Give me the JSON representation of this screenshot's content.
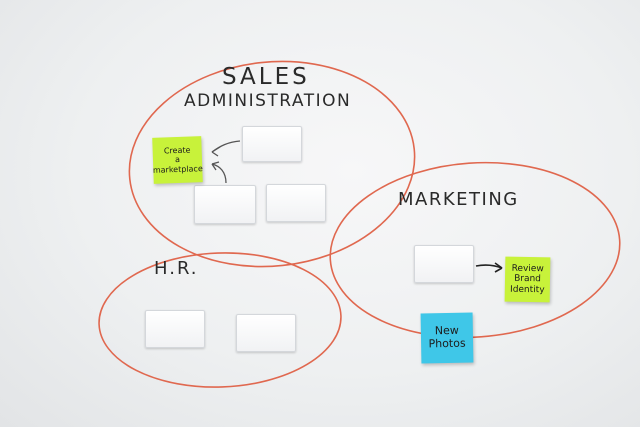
{
  "colors": {
    "circle_ink": "#e0684f",
    "marker_ink": "#2a2a2a",
    "sticky_green": "#c8f23a",
    "sticky_blue": "#3fc7e8"
  },
  "groups": {
    "sales_line1": "SALES",
    "sales_line2": "ADMINISTRATION",
    "marketing": "MARKETING",
    "hr": "H.R."
  },
  "notes": {
    "create_marketplace": "Create\na\nmarketplace",
    "review_brand": "Review\nBrand\nIdentity",
    "new_photos": "New\nPhotos"
  }
}
